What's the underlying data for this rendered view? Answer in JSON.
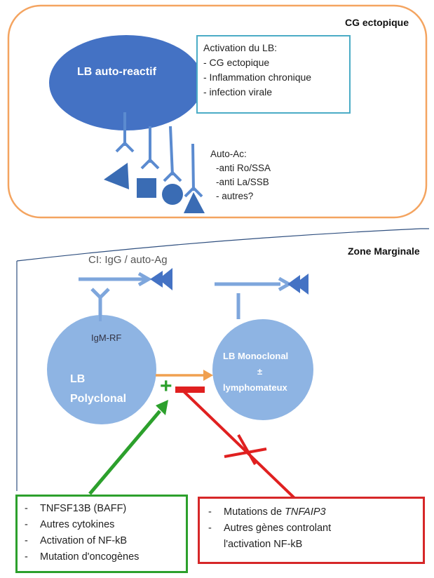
{
  "top_panel": {
    "title": "CG ectopique",
    "cell_label": "LB auto-reactif",
    "activation_box": {
      "heading": "Activation du LB:",
      "items": [
        "- CG ectopique",
        "- Inflammation chronique",
        "- infection virale"
      ]
    },
    "autoac": {
      "heading": "Auto-Ac:",
      "items": [
        "-anti Ro/SSA",
        "-anti La/SSB",
        "- autres?"
      ]
    }
  },
  "bottom_panel": {
    "title": "Zone Marginale",
    "ci_label": "CI: IgG / auto-Ag",
    "igm_label": "IgM-RF",
    "polyclonal": {
      "line1": "LB",
      "line2": "Polyclonal"
    },
    "monoclonal": {
      "line1": "LB Monoclonal",
      "line2": "±",
      "line3": "lymphomateux"
    },
    "plus_sign": "+",
    "green_box": {
      "items": [
        {
          "dash": "-",
          "text": "TNFSF13B (BAFF)"
        },
        {
          "dash": "-",
          "text": "Autres cytokines"
        },
        {
          "dash": "-",
          "text": "Activation of NF-kB"
        },
        {
          "dash": "-",
          "text": "Mutation d'oncogènes"
        }
      ]
    },
    "red_box": {
      "item1_prefix": "Mutations de ",
      "item1_italic": "TNFAIP3",
      "item2_line1": "Autres gènes controlant",
      "item2_line2": "l'activation NF-kB",
      "dash": "-"
    }
  },
  "colors": {
    "orange": "#f4a460",
    "blue_fill": "#4472c4",
    "light_blue": "#8eb4e3",
    "cyan": "#4bacc6",
    "green": "#2ca02c",
    "red": "#e02020",
    "arrow_orange": "#f0a050",
    "navy_border": "#2f4f7f"
  }
}
